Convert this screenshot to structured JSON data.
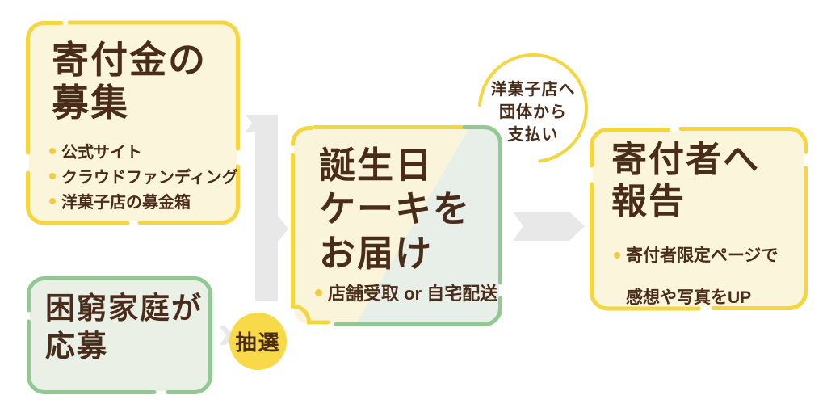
{
  "diagram": {
    "steps": {
      "fundraising": {
        "title_line1": "寄付金の",
        "title_line2": "募集",
        "items": [
          "公式サイト",
          "クラウドファンディング",
          "洋菓子店の募金箱"
        ]
      },
      "application": {
        "title_line1": "困窮家庭が",
        "title_line2": "応募"
      },
      "delivery": {
        "title_line1": "誕生日",
        "title_line2": "ケーキを",
        "title_line3": "お届け",
        "item": "店舗受取 or 自宅配送"
      },
      "report": {
        "title_line1": "寄付者へ",
        "title_line2": "報告",
        "item_line1": "寄付者限定ページで",
        "item_line2": "感想や写真をUP"
      }
    },
    "lottery_label": "抽選",
    "payment_note": {
      "line1": "洋菓子店へ",
      "line2": "団体から",
      "line3": "支払い"
    },
    "colors": {
      "border_yellow": "#F5D63F",
      "border_green": "#92C892",
      "fill_cream": "#FBF5DC",
      "fill_pale_green": "#EAF0E6",
      "text_brown": "#4A2C1B",
      "arrow_gray": "#E8E8E8",
      "bullet_yellow": "#F2CB45",
      "lottery_yellow": "#F7D94A"
    }
  }
}
